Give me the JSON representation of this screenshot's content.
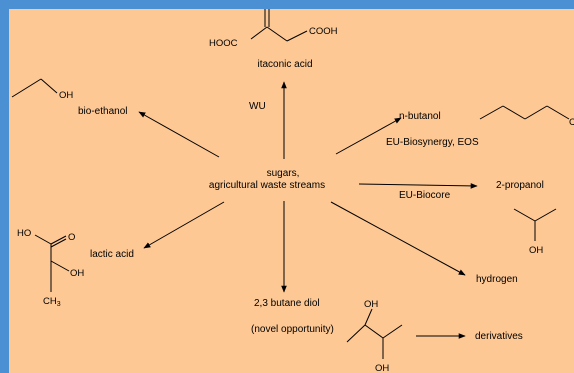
{
  "colors": {
    "frame": "#4a90d2",
    "background": "#fdc894",
    "ink": "#000000"
  },
  "center": {
    "line1": "sugars,",
    "line2": "agricultural waste streams"
  },
  "products": {
    "itaconic": {
      "name": "itaconic acid",
      "note": "WU",
      "group_left": "HOOC",
      "group_right": "COOH"
    },
    "ethanol": {
      "name": "bio-ethanol",
      "group": "OH"
    },
    "butanol": {
      "name": "n-butanol",
      "note": "EU-Biosynergy, EOS",
      "group_cut": "C"
    },
    "propanol": {
      "name": "2-propanol",
      "note": "EU-Biocore",
      "group": "OH"
    },
    "lactic": {
      "name": "lactic acid",
      "group_ho": "HO",
      "group_o": "O",
      "group_oh": "OH",
      "group_ch3": "CH",
      "ch3_sub": "3"
    },
    "hydrogen": {
      "name": "hydrogen"
    },
    "butanediol": {
      "name": "2,3 butane diol",
      "note": "(novel opportunity)",
      "group_oh_top": "OH",
      "group_oh_bottom": "OH"
    },
    "derivatives": {
      "name": "derivatives"
    }
  }
}
